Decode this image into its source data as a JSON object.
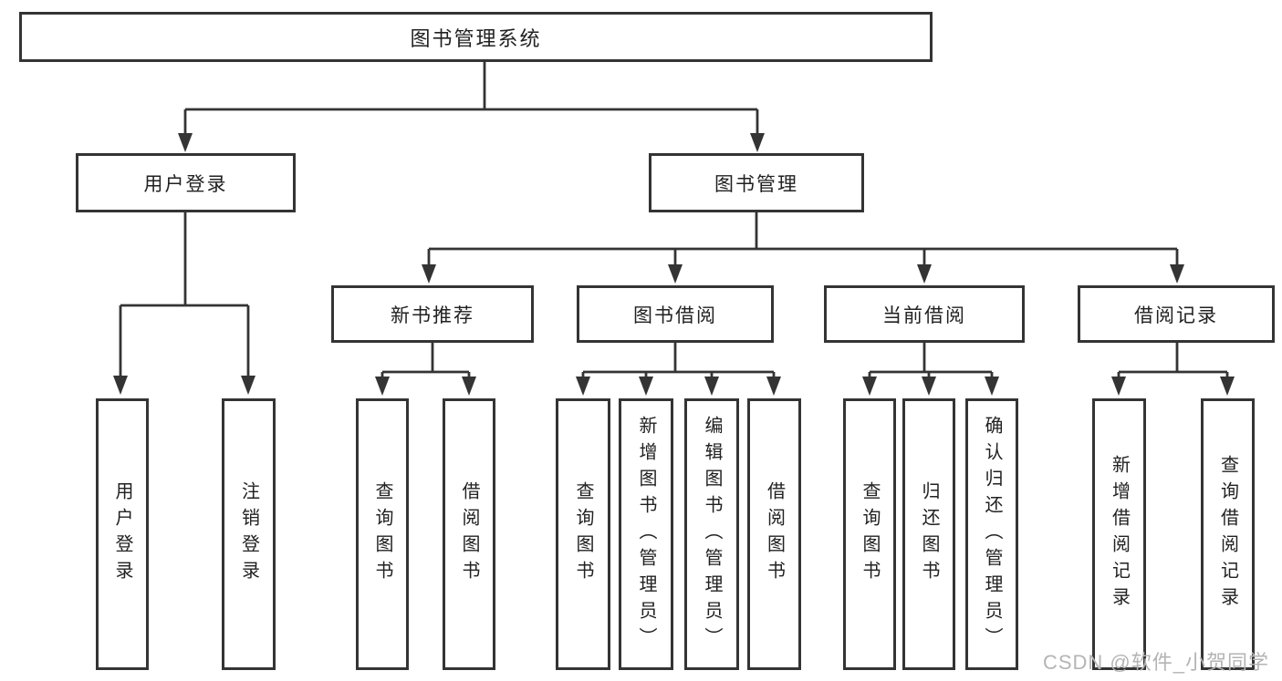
{
  "diagram_title": "图书管理系统",
  "tree": {
    "label": "图书管理系统",
    "children": [
      {
        "label": "用户登录",
        "children": [
          {
            "label": "用户登录"
          },
          {
            "label": "注销登录"
          }
        ]
      },
      {
        "label": "图书管理",
        "children": [
          {
            "label": "新书推荐",
            "children": [
              {
                "label": "查询图书"
              },
              {
                "label": "借阅图书"
              }
            ]
          },
          {
            "label": "图书借阅",
            "children": [
              {
                "label": "查询图书"
              },
              {
                "label": "新增图书（管理员）"
              },
              {
                "label": "编辑图书（管理员）"
              },
              {
                "label": "借阅图书"
              }
            ]
          },
          {
            "label": "当前借阅",
            "children": [
              {
                "label": "查询图书"
              },
              {
                "label": "归还图书"
              },
              {
                "label": "确认归还（管理员）"
              }
            ]
          },
          {
            "label": "借阅记录",
            "children": [
              {
                "label": "新增借阅记录"
              },
              {
                "label": "查询借阅记录"
              }
            ]
          }
        ]
      }
    ]
  },
  "watermark": "CSDN @软件_小贺同学",
  "colors": {
    "line": "#343434",
    "text": "#212121",
    "watermark_text": "#b4b4b4",
    "background": "#ffffff"
  }
}
